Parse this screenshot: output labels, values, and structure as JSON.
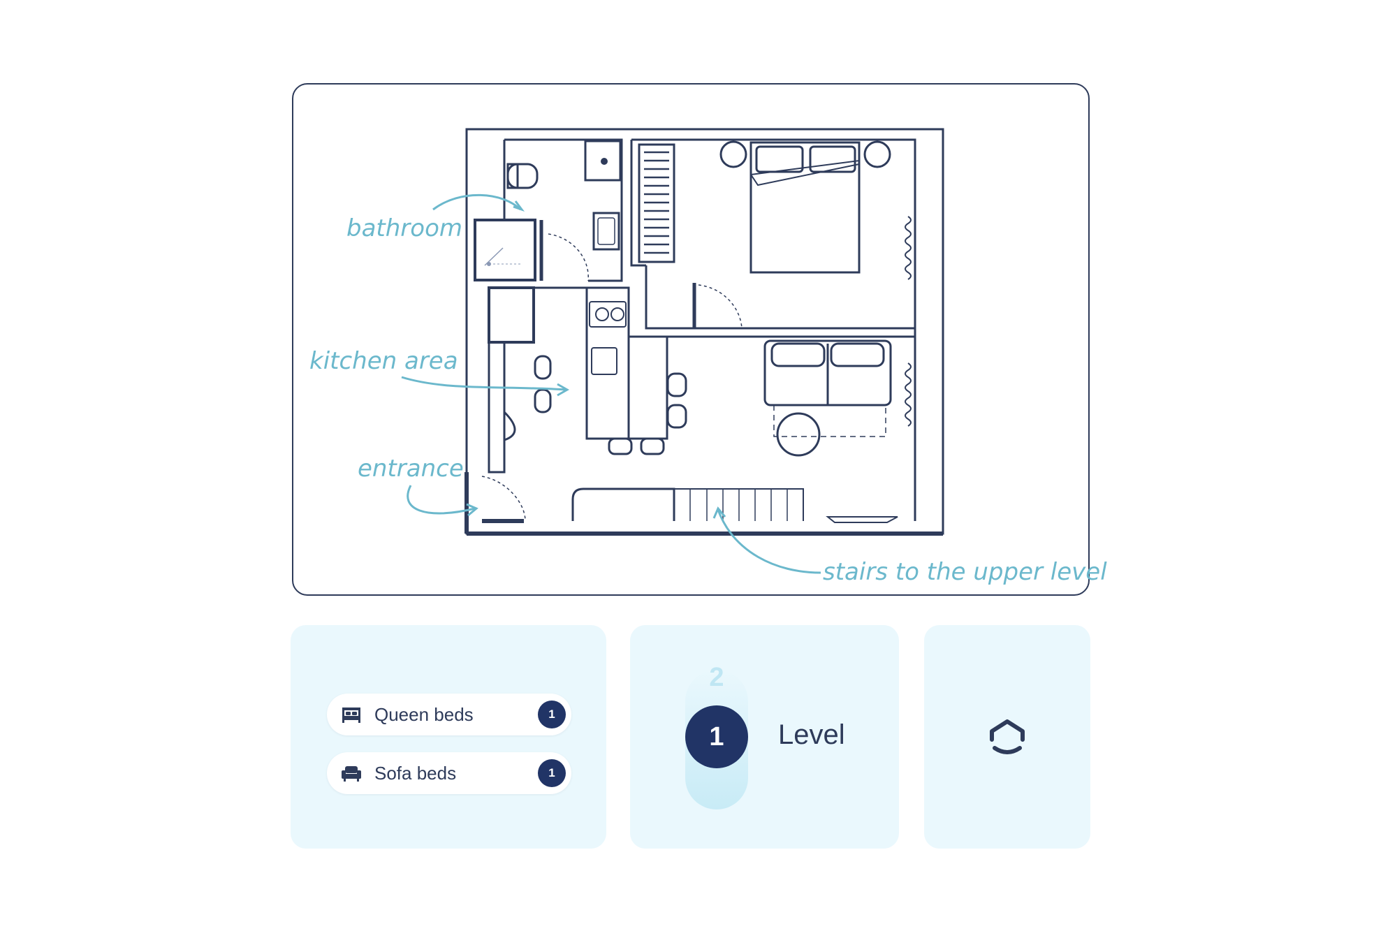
{
  "floor_plan": {
    "labels": {
      "bathroom": "bathroom",
      "kitchen": "kitchen area",
      "entrance": "entrance",
      "stairs": "stairs to the upper level"
    }
  },
  "beds": [
    {
      "icon": "bed-icon",
      "label": "Queen beds",
      "count": "1"
    },
    {
      "icon": "sofa-icon",
      "label": "Sofa beds",
      "count": "1"
    }
  ],
  "level": {
    "next": "2",
    "current": "1",
    "label": "Level"
  },
  "home": {
    "icon": "home-icon"
  },
  "colors": {
    "ink": "#2e3b5a",
    "accent": "#6bb8cc",
    "card_bg": "#eaf8fd",
    "badge": "#213466"
  }
}
